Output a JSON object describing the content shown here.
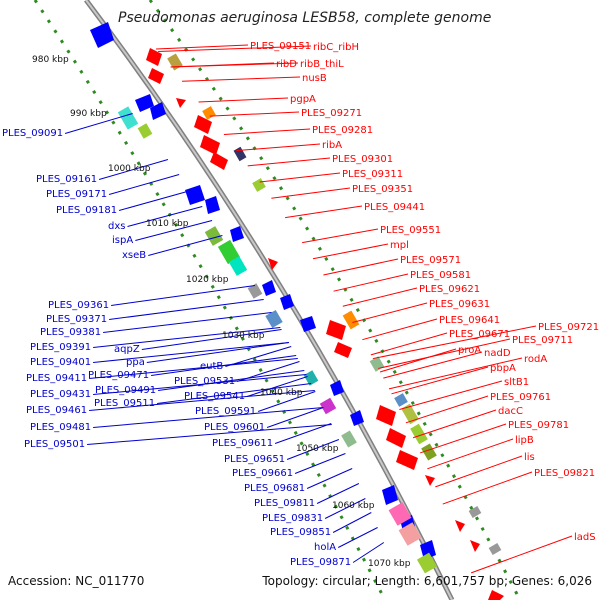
{
  "header": {
    "title": "Pseudomonas aeruginosa LESB58, complete genome"
  },
  "footer": {
    "accession": "Accession: NC_011770",
    "summary": "Topology: circular; Length: 6,601,757 bp; Genes: 6,026"
  },
  "scale_ticks": [
    {
      "label": "980 kbp"
    },
    {
      "label": "990 kbp"
    },
    {
      "label": "1000 kbp"
    },
    {
      "label": "1010 kbp"
    },
    {
      "label": "1020 kbp"
    },
    {
      "label": "1030 kbp"
    },
    {
      "label": "1040 kbp"
    },
    {
      "label": "1050 kbp"
    },
    {
      "label": "1060 kbp"
    },
    {
      "label": "1070 kbp"
    }
  ],
  "labels_right": [
    "PLES_09151",
    "ribC_ribH",
    "ribD",
    "ribB_thiL",
    "nusB",
    "pgpA",
    "PLES_09271",
    "PLES_09281",
    "ribA",
    "PLES_09301",
    "PLES_09311",
    "PLES_09351",
    "PLES_09441",
    "PLES_09551",
    "mpl",
    "PLES_09571",
    "PLES_09581",
    "PLES_09621",
    "PLES_09631",
    "PLES_09641",
    "PLES_09671",
    "PLES_09721",
    "PLES_09711",
    "proA",
    "nadD",
    "rodA",
    "pbpA",
    "sltB1",
    "PLES_09761",
    "dacC",
    "PLES_09781",
    "lipB",
    "lis",
    "PLES_09821",
    "ladS"
  ],
  "labels_left": [
    "PLES_09091",
    "PLES_09161",
    "PLES_09171",
    "PLES_09181",
    "dxs",
    "ispA",
    "xseB",
    "PLES_09361",
    "PLES_09371",
    "PLES_09381",
    "PLES_09391",
    "aqpZ",
    "PLES_09401",
    "ppa",
    "PLES_09411",
    "PLES_09471",
    "PLES_09431",
    "PLES_09491",
    "PLES_09461",
    "PLES_09511",
    "PLES_09481",
    "PLES_09501",
    "eutB",
    "PLES_09531",
    "PLES_09541",
    "PLES_09591",
    "PLES_09601",
    "PLES_09611",
    "PLES_09651",
    "PLES_09661",
    "PLES_09681",
    "PLES_09811",
    "PLES_09831",
    "PLES_09851",
    "holA",
    "PLES_09871"
  ],
  "colors": {
    "forward_strand": "#ff0000",
    "reverse_strand": "#0000ff",
    "backbone": "#a0a0a0",
    "dots": "#2e8b22"
  }
}
